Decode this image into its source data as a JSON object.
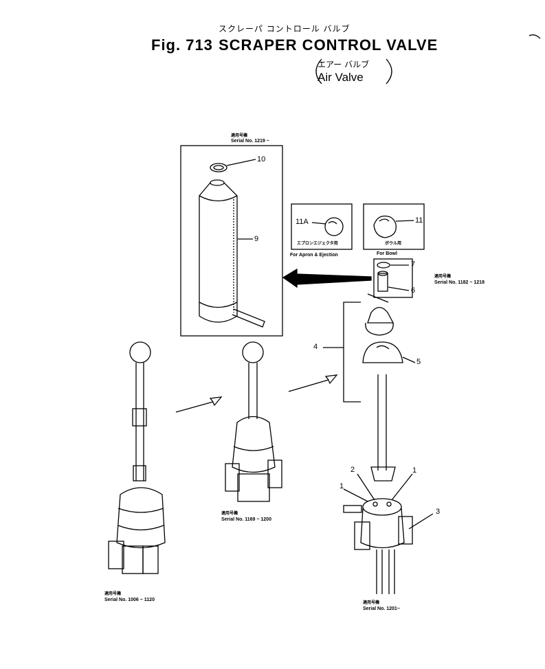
{
  "header": {
    "jp_title": "スクレーパ コントロール バルブ",
    "fig_label": "Fig. 713",
    "title": "SCRAPER CONTROL VALVE",
    "sub_jp": "エアー バルブ",
    "sub_en": "Air Valve"
  },
  "serials": {
    "top": {
      "jp": "適用号機",
      "en": "Serial No. 1219 ~"
    },
    "right": {
      "jp": "適用号機",
      "en": "Serial No. 1182 ~ 1218"
    },
    "mid": {
      "jp": "適用号機",
      "en": "Serial No. 1169 ~ 1200"
    },
    "left": {
      "jp": "適用号機",
      "en": "Serial No. 1006 ~ 1120"
    },
    "bottom": {
      "jp": "適用号機",
      "en": "Serial No. 1201~"
    }
  },
  "boxes": {
    "apron": {
      "jp": "エプロンエジェクタ用",
      "en": "For Apron & Ejection"
    },
    "bowl": {
      "jp": "ボウル用",
      "en": "For Bowl"
    }
  },
  "callouts": {
    "c10": "10",
    "c9": "9",
    "c11a": "11A",
    "c11": "11",
    "c7": "7",
    "c6": "6",
    "c4": "4",
    "c5": "5",
    "c2": "2",
    "c1a": "1",
    "c1b": "1",
    "c3": "3"
  }
}
